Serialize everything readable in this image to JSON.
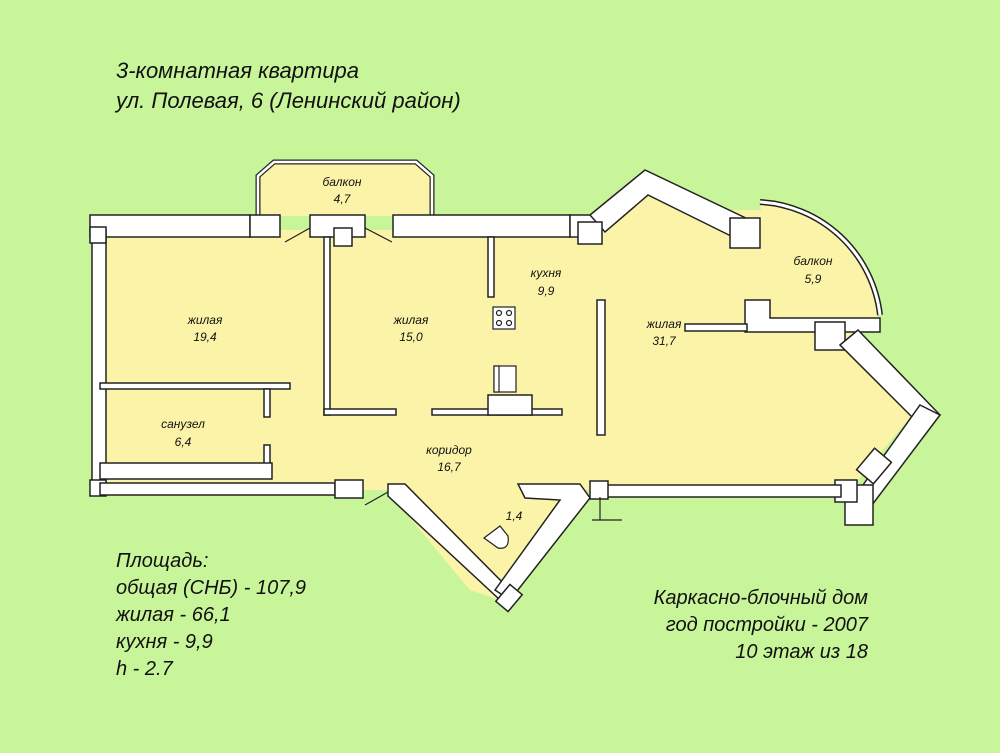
{
  "header": {
    "title_line1": "3-комнатная квартира",
    "title_line2": "ул. Полевая, 6 (Ленинский район)"
  },
  "rooms": {
    "balcony_top": {
      "name": "балкон",
      "area": "4,7"
    },
    "living1": {
      "name": "жилая",
      "area": "19,4"
    },
    "living2": {
      "name": "жилая",
      "area": "15,0"
    },
    "kitchen": {
      "name": "кухня",
      "area": "9,9"
    },
    "living3": {
      "name": "жилая",
      "area": "31,7"
    },
    "balcony_right": {
      "name": "балкон",
      "area": "5,9"
    },
    "bathroom": {
      "name": "санузел",
      "area": "6,4"
    },
    "corridor": {
      "name": "коридор",
      "area": "16,7"
    },
    "toilet": {
      "area": "1,4"
    }
  },
  "area_summary": {
    "heading": "Площадь:",
    "total": "общая (СНБ) - 107,9",
    "living": "жилая - 66,1",
    "kitchen": "кухня - 9,9",
    "height": "h - 2.7"
  },
  "building": {
    "type": "Каркасно-блочный дом",
    "year": "год постройки - 2007",
    "floor": "10 этаж из 18"
  },
  "colors": {
    "background": "#c8f59a",
    "floor": "#fbf4a8",
    "wall_fill": "#ffffff",
    "wall_stroke": "#222222"
  }
}
